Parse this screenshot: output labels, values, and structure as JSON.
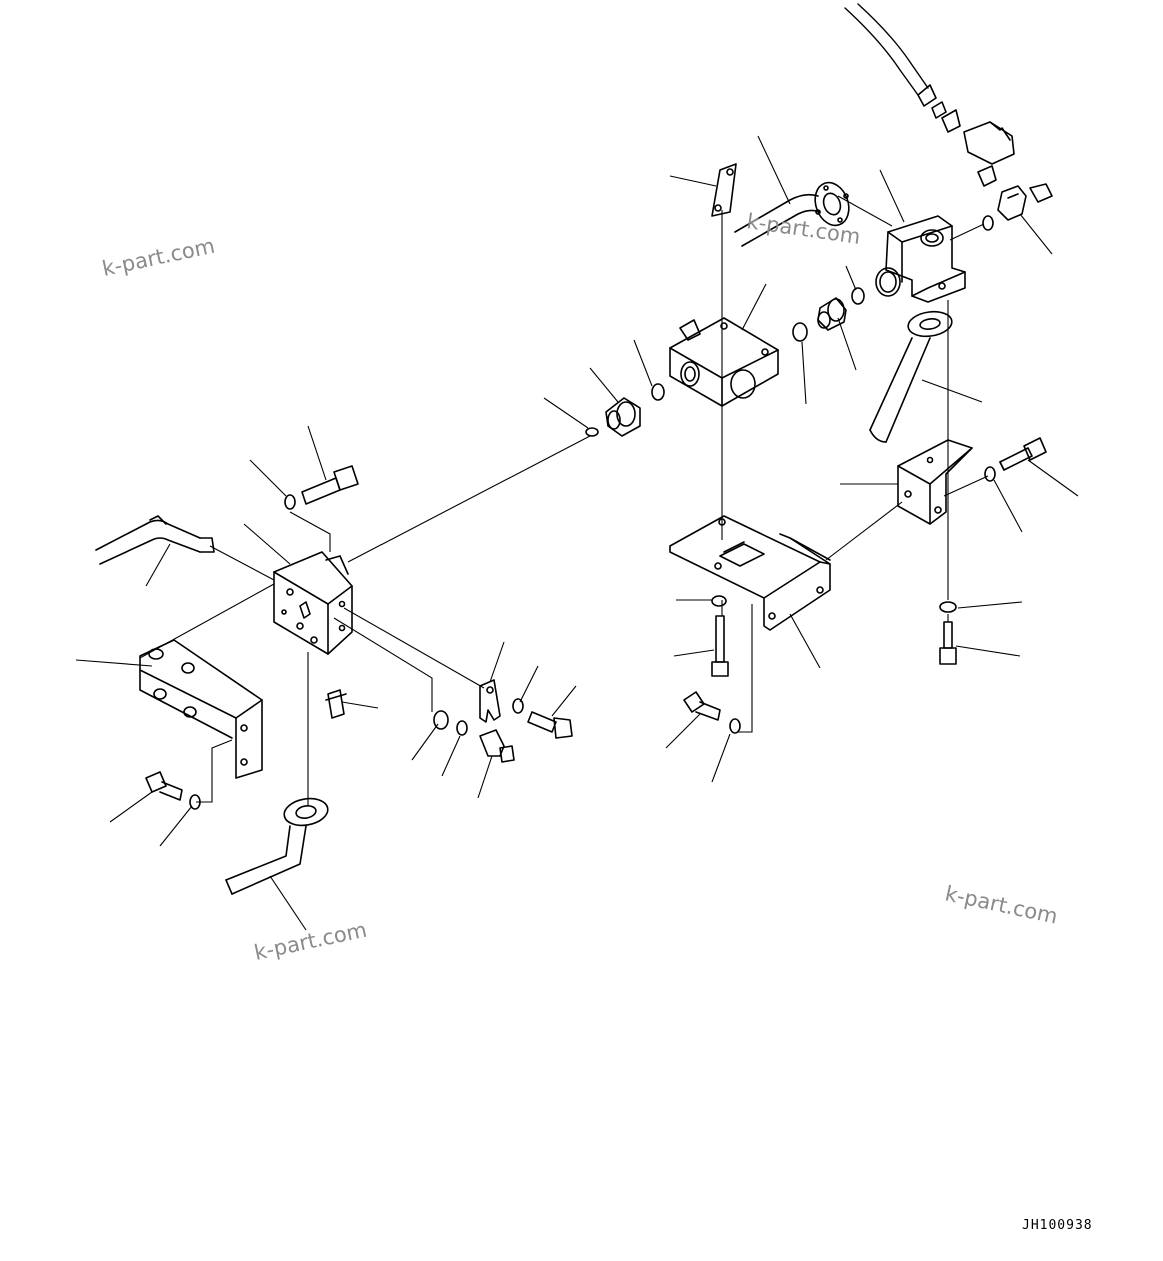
{
  "watermarks": [
    "k-part.com",
    "k-part.com",
    "k-part.com",
    "k-part.com"
  ],
  "figure_code": "JH100938",
  "colors": {
    "line": "#000000",
    "watermark": "#8a8a8a",
    "background": "#ffffff"
  }
}
